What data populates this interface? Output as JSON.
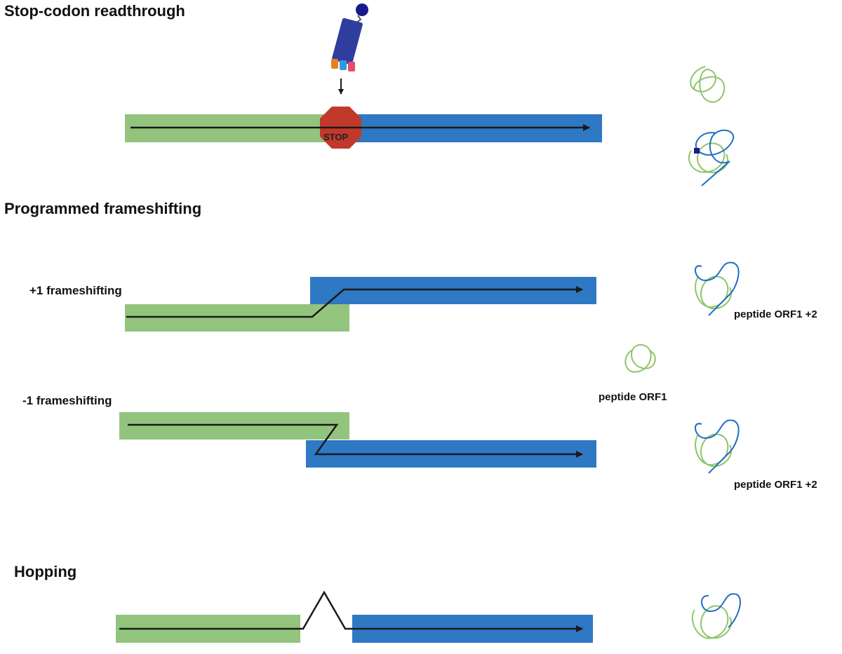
{
  "sections": {
    "readthrough": {
      "title": "Stop-codon readthrough",
      "stop_sign": "STOP"
    },
    "frameshifting": {
      "title": "Programmed frameshifting",
      "plus1_label": "+1 frameshifting",
      "minus1_label": "-1 frameshifting",
      "peptide_fs_plus1": "peptide ORF1 +2",
      "peptide_orf1": "peptide ORF1",
      "peptide_fs_minus1": "peptide ORF1 +2"
    },
    "hopping": {
      "title": "Hopping"
    }
  },
  "colors": {
    "orf1_green": "#93c47d",
    "orf2_blue": "#2f78c4",
    "stop_red": "#c0392b",
    "trna_body": "#2e3d9e",
    "trna_head": "#1a1a8c",
    "arrow": "#1a1a1a",
    "peptide_green": "#8fc46a",
    "peptide_blue": "#1e6fc2"
  },
  "icons": [
    "trna-icon",
    "down-arrow-icon",
    "stop-sign-icon",
    "peptide-icon"
  ]
}
